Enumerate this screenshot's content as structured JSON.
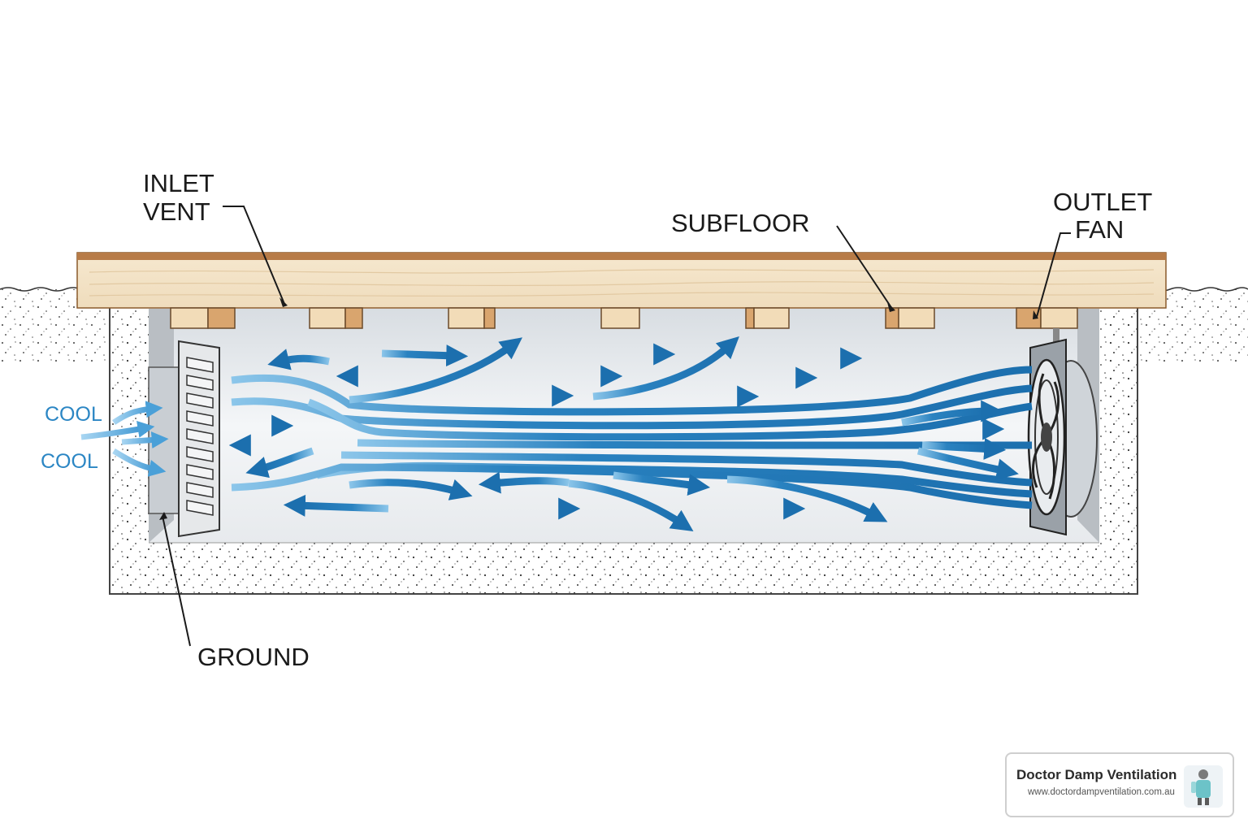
{
  "labels": {
    "inlet_vent_line1": "INLET",
    "inlet_vent_line2": "VENT",
    "subfloor": "SUBFLOOR",
    "outlet_fan_line1": "OUTLET",
    "outlet_fan_line2": "FAN",
    "ground": "GROUND",
    "cool_1": "COOL",
    "cool_2": "COOL"
  },
  "badge": {
    "name": "Doctor Damp Ventilation",
    "url": "www.doctordampventilation.com.au"
  },
  "colors": {
    "airflow": "#1f77b8",
    "airflow_light": "#8cc6ea",
    "timber": "#f3e1c2",
    "timber_edge": "#b77b47",
    "soil_dots": "#333333"
  },
  "icons": [
    "fan-icon",
    "vent-grille-icon",
    "logo-icon"
  ]
}
